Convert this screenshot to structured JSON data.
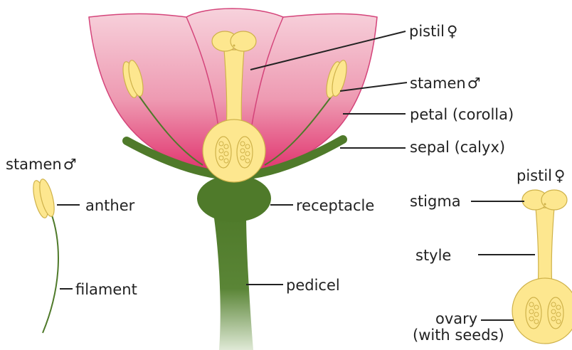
{
  "labels": {
    "pistil_main": "pistil",
    "stamen_main": "stamen",
    "petal": "petal (corolla)",
    "sepal": "sepal (calyx)",
    "stamen_detail": "stamen",
    "anther": "anther",
    "filament": "filament",
    "receptacle": "receptacle",
    "pedicel": "pedicel",
    "pistil_detail": "pistil",
    "stigma": "stigma",
    "style": "style",
    "ovary_line1": "ovary",
    "ovary_line2": "(with seeds)"
  },
  "symbols": {
    "female": "♀",
    "male": "♂"
  },
  "colors": {
    "petal_top": "#f4bccb",
    "petal_bottom": "#e23a74",
    "petal_edge": "#d4447a",
    "pistil_fill": "#fde78f",
    "pistil_edge": "#cfb24a",
    "green": "#4f7a2a",
    "green_dark": "#3f6620",
    "stem_light": "#d8e6cf",
    "line": "#222222"
  }
}
